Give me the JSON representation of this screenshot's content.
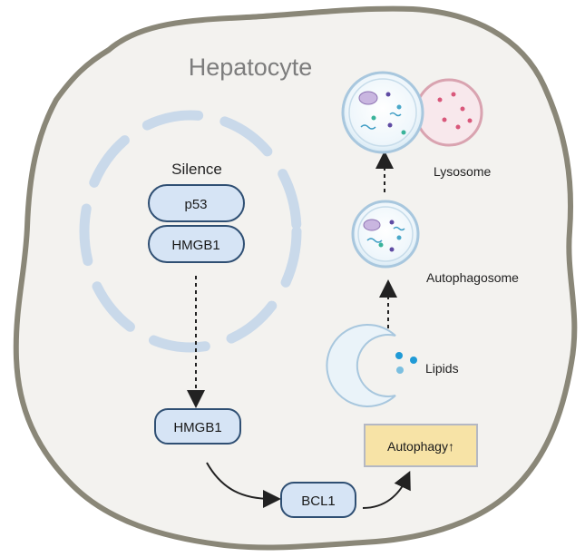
{
  "cell": {
    "label": "Hepatocyte"
  },
  "nucleus": {
    "label": "Silence"
  },
  "proteins": {
    "p53": "p53",
    "hmgb1_nucleus": "HMGB1",
    "hmgb1_cytoplasm": "HMGB1",
    "bcl1": "BCL1"
  },
  "outcome": {
    "label": "Autophagy↑"
  },
  "organelles": {
    "lysosome": "Lysosome",
    "autophagosome": "Autophagosome",
    "lipids": "Lipids"
  },
  "colors": {
    "cell_fill": "#f3f2ef",
    "cell_border": "#8a8778",
    "nuclear_envelope": "#c9d9ea",
    "protein_fill": "#d6e4f5",
    "protein_border": "#2f4f73",
    "outcome_fill": "#f7e3a6",
    "outcome_border": "#b4b8c4",
    "lysosome_fill": "#f8e8ec",
    "lysosome_border": "#d9a3b0"
  }
}
